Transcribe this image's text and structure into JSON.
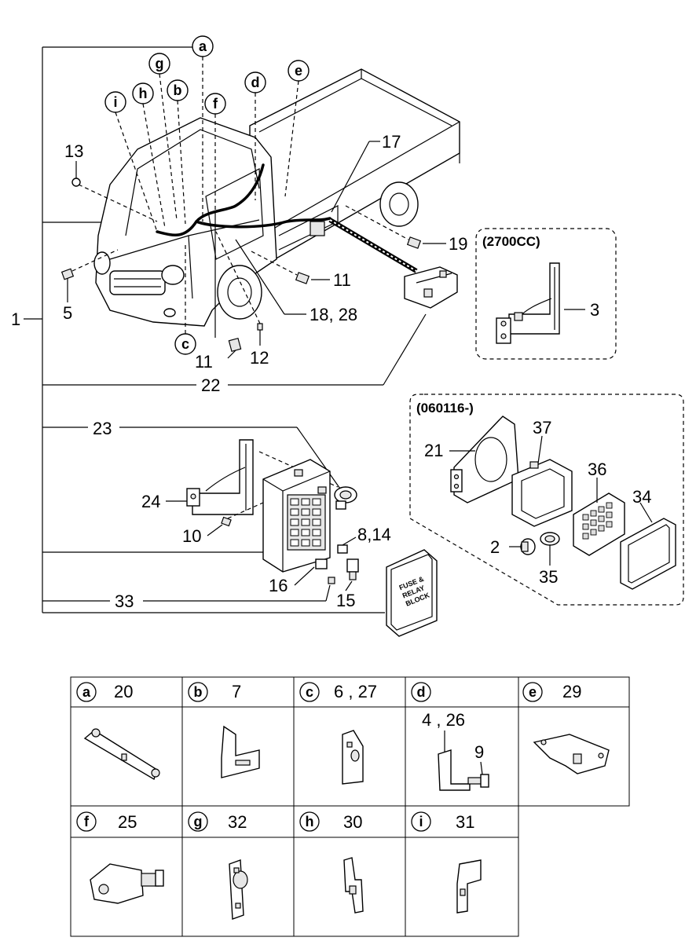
{
  "callouts": {
    "c1": "1",
    "c3": "3",
    "c5": "5",
    "c10": "10",
    "c11a": "11",
    "c11b": "11",
    "c12": "12",
    "c13": "13",
    "c15": "15",
    "c16": "16",
    "c17": "17",
    "c18_28": "18, 28",
    "c19": "19",
    "c22": "22",
    "c23": "23",
    "c24": "24",
    "c33": "33",
    "c8_14": "8,14",
    "c21": "21",
    "c37": "37",
    "c36": "36",
    "c34": "34",
    "c2": "2",
    "c35": "35"
  },
  "letter_markers": {
    "a": "a",
    "b": "b",
    "c": "c",
    "d": "d",
    "e": "e",
    "f": "f",
    "g": "g",
    "h": "h",
    "i": "i"
  },
  "variant_boxes": {
    "engine": "(2700CC)",
    "date": "(060116-)"
  },
  "relay_cover_text": [
    "FUSE &",
    "RELAY",
    "BLOCK"
  ],
  "detail_table": {
    "row1": [
      {
        "letter": "a",
        "part": "20"
      },
      {
        "letter": "b",
        "part": "7"
      },
      {
        "letter": "c",
        "part": "6 , 27"
      },
      {
        "letter": "d",
        "part": "",
        "sub_a": "4 , 26",
        "sub_b": "9"
      },
      {
        "letter": "e",
        "part": "29"
      }
    ],
    "row2": [
      {
        "letter": "f",
        "part": "25"
      },
      {
        "letter": "g",
        "part": "32"
      },
      {
        "letter": "h",
        "part": "30"
      },
      {
        "letter": "i",
        "part": "31"
      }
    ]
  }
}
